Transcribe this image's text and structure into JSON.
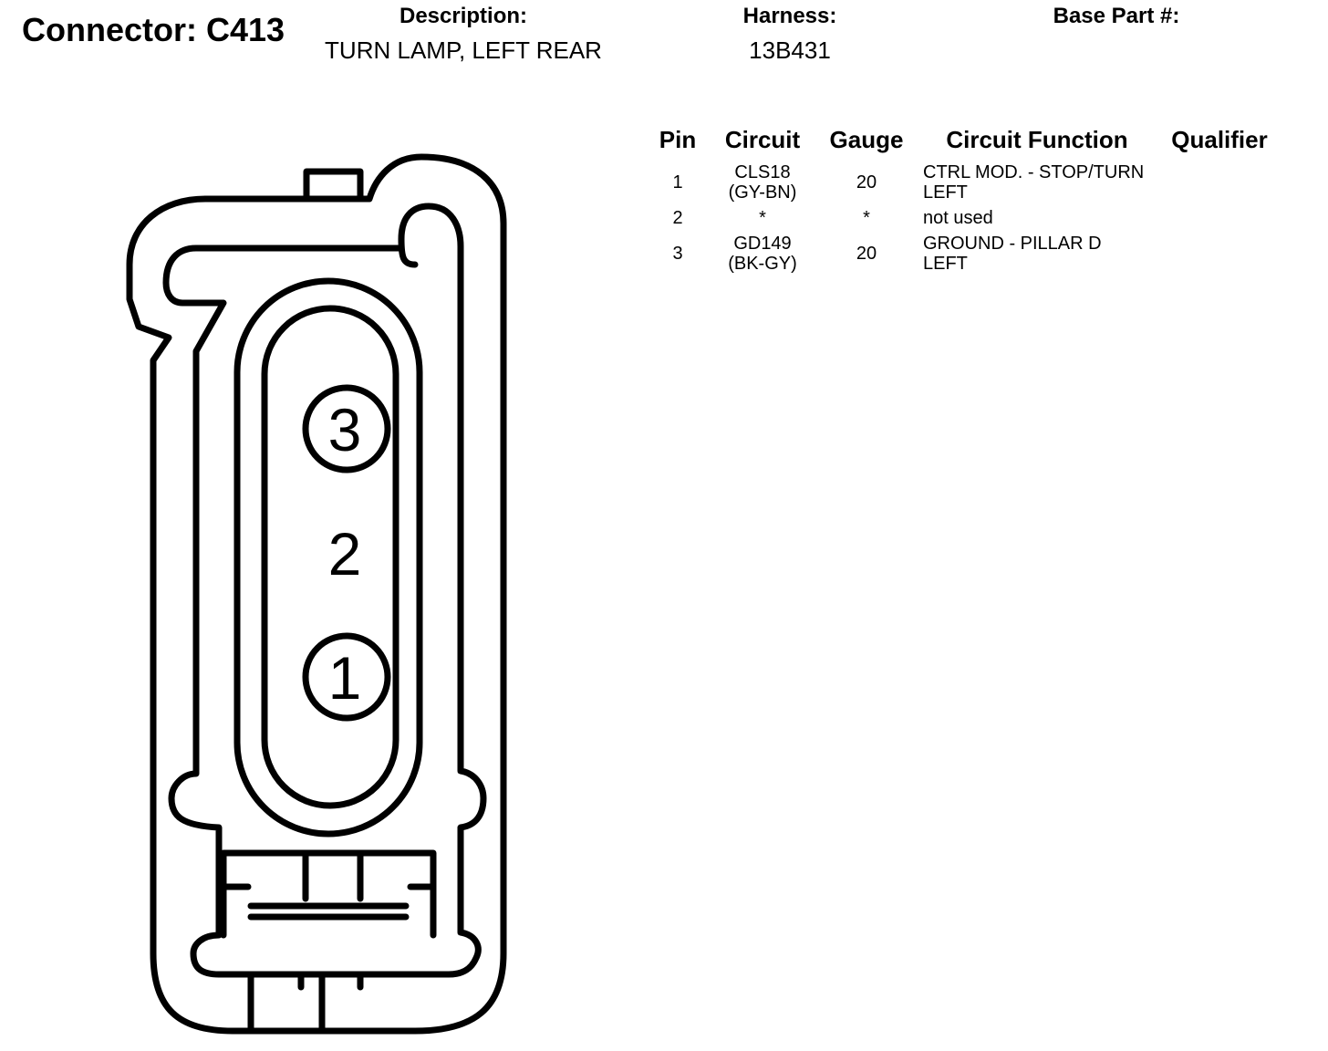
{
  "header": {
    "connector_label": "Connector: C413",
    "description_label": "Description:",
    "description_value": "TURN LAMP, LEFT REAR",
    "harness_label": "Harness:",
    "harness_value": "13B431",
    "base_part_label": "Base Part #:",
    "base_part_value": ""
  },
  "diagram": {
    "pin_labels": [
      "3",
      "2",
      "1"
    ]
  },
  "table": {
    "columns": [
      "Pin",
      "Circuit",
      "Gauge",
      "Circuit Function",
      "Qualifier"
    ],
    "rows": [
      {
        "pin": "1",
        "circuit": "CLS18 (GY-BN)",
        "gauge": "20",
        "function": "CTRL MOD. - STOP/TURN LEFT",
        "qualifier": ""
      },
      {
        "pin": "2",
        "circuit": "*",
        "gauge": "*",
        "function": "not used",
        "qualifier": ""
      },
      {
        "pin": "3",
        "circuit": "GD149 (BK-GY)",
        "gauge": "20",
        "function": "GROUND - PILLAR D LEFT",
        "qualifier": ""
      }
    ]
  },
  "colors": {
    "ink": "#000000",
    "background": "#ffffff"
  }
}
